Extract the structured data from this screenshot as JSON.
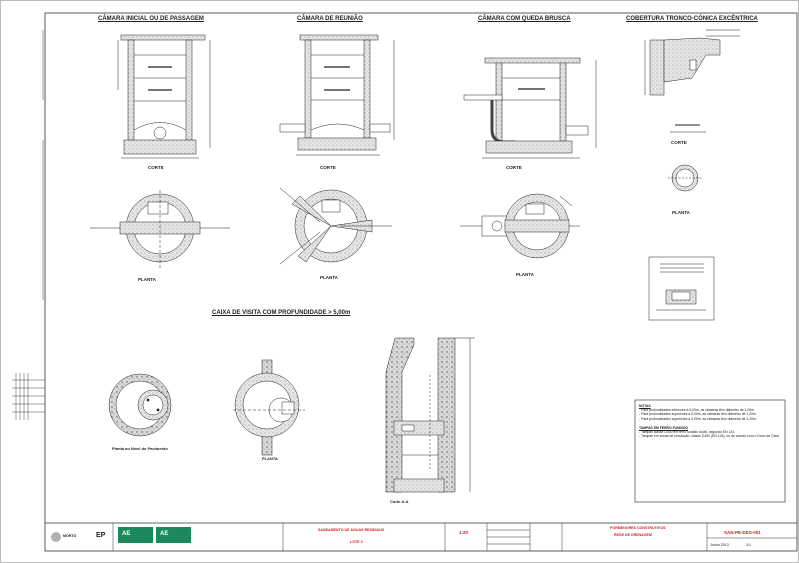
{
  "sections": {
    "camara_inicial": "CÂMARA INICIAL OU DE PASSAGEM",
    "camara_reuniao": "CÂMARA DE REUNIÃO",
    "camara_queda": "CÂMARA COM QUEDA BRUSCA",
    "cobertura": "COBERTURA TRONCO-CÓNICA EXCÊNTRICA",
    "caixa_visita": "CAIXA DE VISITA COM PROFUNDIDADE > 5,00m"
  },
  "labels": {
    "corte": "CORTE",
    "planta": "PLANTA",
    "planta_pavimento": "Planta ao Nível do Pavimento",
    "corte_aa": "Corte A-A"
  },
  "notes": {
    "title": "NOTAS",
    "items": [
      "- Para profundidades inferiores a 5,00m, as câmaras têm diâmetro de 1,00m.",
      "- Para profundidades superiores a 5,00m, as câmaras têm diâmetro de 1,20m.",
      "- Para profundidades superiores a 5,00m, as câmaras têm diâmetro de 1,20m."
    ],
    "fundo_title": "TAMPAS EM FERRO FUNDIDO",
    "fundo_items": [
      "- Tampas classe D400 em ferro fundido dúctil, segundo EN 124.",
      "- Tampas em zonas de circulação: classe D400 (EN 124), ou de acordo com o Dono de Obra."
    ]
  },
  "title_block": {
    "obra": "SANEAMENTO DE ÁGUAS RESIDUAIS",
    "local": "LOTE 3",
    "escala": "1:20",
    "desenho": "PORMENORES CONSTRUTIVOS",
    "subtitulo": "REDE DE DRENAGEM",
    "numero": "SAN-PE-DES-001",
    "data": "Junho 2013",
    "folha": "1/1",
    "logo_cm": "MÓRTO",
    "logo_ep": "EP",
    "logo_ae1": "AE",
    "logo_ae2": "AE"
  }
}
